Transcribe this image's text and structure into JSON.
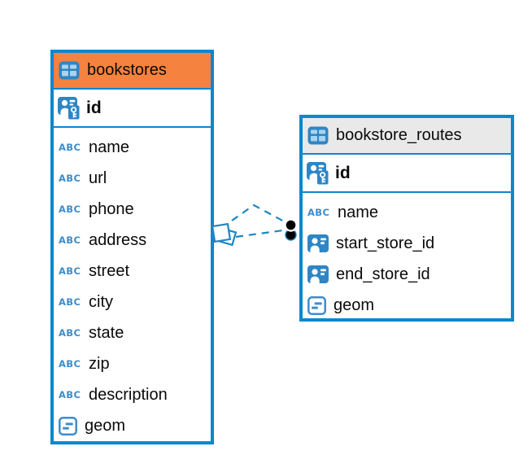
{
  "colors": {
    "table_border": "#0E87CB",
    "relation_line": "#1E86C4",
    "icon_blue": "#2E86C6",
    "icon_cell_blue": "#A9D4F0",
    "type_icon_blue": "#3C8DCC",
    "relation_endpoint_dot": "#000000",
    "text": "#0A0A0A"
  },
  "icons": {
    "text_type_label": "ABC"
  },
  "tables": [
    {
      "title": "bookstores",
      "header_bg": "#F5823E",
      "pk": {
        "label": "id",
        "icon": "pk"
      },
      "columns": [
        {
          "label": "name",
          "icon": "abc"
        },
        {
          "label": "url",
          "icon": "abc"
        },
        {
          "label": "phone",
          "icon": "abc"
        },
        {
          "label": "address",
          "icon": "abc"
        },
        {
          "label": "street",
          "icon": "abc"
        },
        {
          "label": "city",
          "icon": "abc"
        },
        {
          "label": "state",
          "icon": "abc"
        },
        {
          "label": "zip",
          "icon": "abc"
        },
        {
          "label": "description",
          "icon": "abc"
        },
        {
          "label": "geom",
          "icon": "geom"
        }
      ]
    },
    {
      "title": "bookstore_routes",
      "header_bg": "#E9E9E9",
      "pk": {
        "label": "id",
        "icon": "pk"
      },
      "columns": [
        {
          "label": "name",
          "icon": "abc"
        },
        {
          "label": "start_store_id",
          "icon": "ref"
        },
        {
          "label": "end_store_id",
          "icon": "ref"
        },
        {
          "label": "geom",
          "icon": "geom"
        }
      ]
    }
  ],
  "relation": {
    "line_count": 2,
    "line_style": "dashed"
  }
}
